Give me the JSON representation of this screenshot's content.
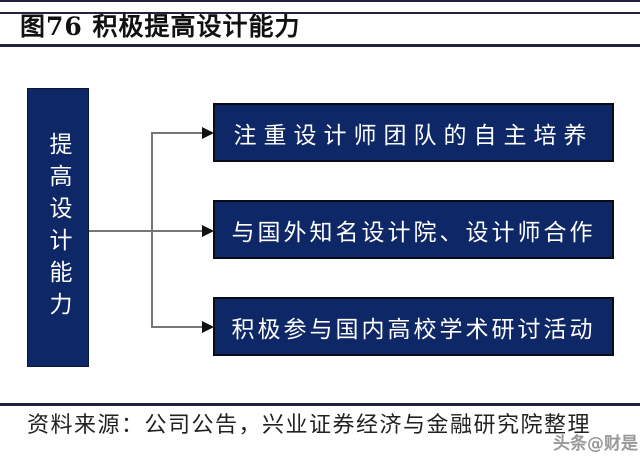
{
  "header": {
    "title": "图76 积极提高设计能力"
  },
  "diagram": {
    "root": {
      "label": "提高设计能力"
    },
    "branches": [
      {
        "label": "注重设计师团队的自主培养"
      },
      {
        "label": "与国外知名设计院、设计师合作"
      },
      {
        "label": "积极参与国内高校学术研讨活动"
      }
    ]
  },
  "footer": {
    "source": "资料来源：公司公告，兴业证券经济与金融研究院整理",
    "watermark": "头条@财是"
  },
  "colors": {
    "box_fill": "#0e2766",
    "box_border": "#0b0b18",
    "box_text": "#ffffff",
    "rule_line": "#23233f",
    "connector_line": "#777777",
    "arrowhead": "#111111",
    "title_text": "#111111",
    "source_text": "#222222",
    "watermark_text": "#999999"
  }
}
